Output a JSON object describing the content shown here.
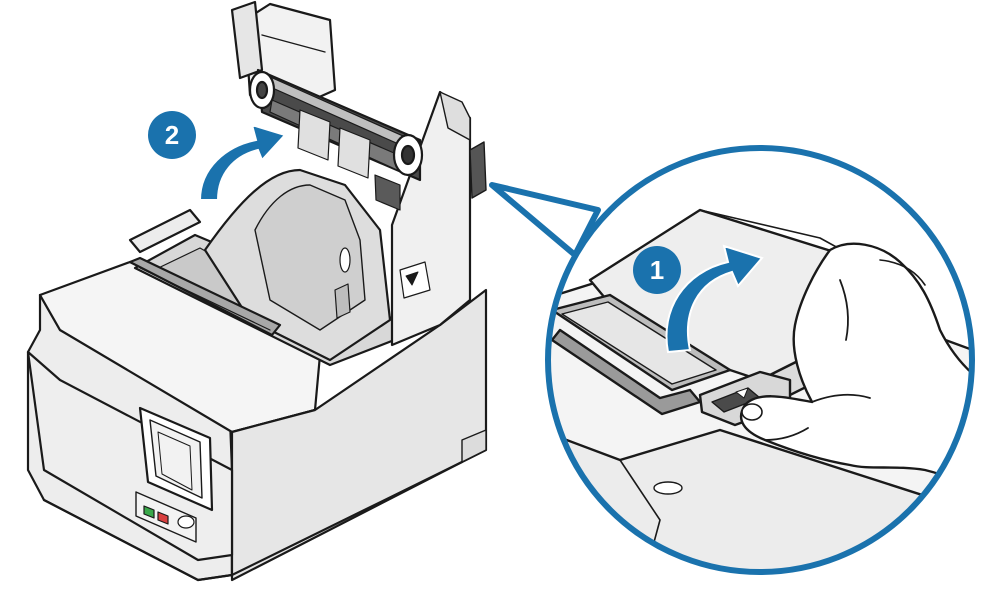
{
  "steps": [
    {
      "number": "2",
      "label": ""
    },
    {
      "number": "1",
      "label": ""
    }
  ],
  "colors": {
    "accent": "#1a72ad",
    "outline": "#1a1a1a",
    "body": "#ededed",
    "body_light": "#f7f7f7",
    "body_dark": "#d0d0d0",
    "shadow": "#bdbdbd",
    "led_green": "#3aa84a",
    "led_red": "#d94040"
  },
  "icons": {
    "step_2_badge": "numbered-circle",
    "step_2_arrow": "curved-arrow-up-right",
    "step_1_badge": "numbered-circle",
    "step_1_arrow": "curved-arrow-up-right",
    "callout": "magnifier-callout",
    "hand": "hand-icon"
  }
}
